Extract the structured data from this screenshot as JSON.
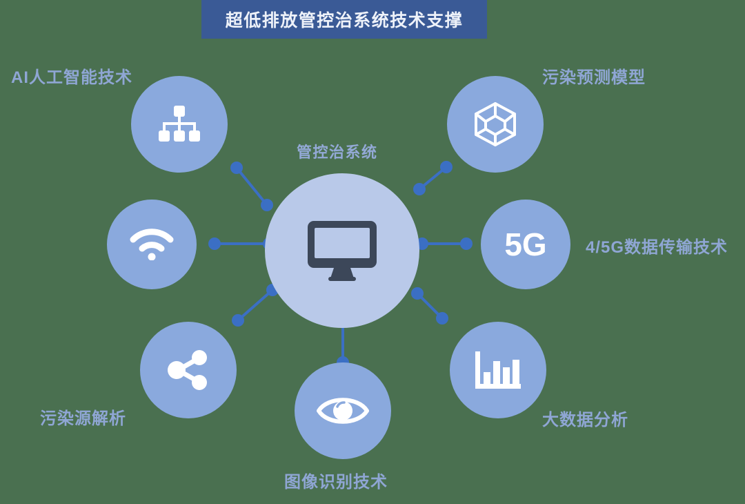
{
  "header": {
    "title": "超低排放管控治系统技术支撑",
    "banner_color": "#3a5a96",
    "title_color": "#eef2f9"
  },
  "theme": {
    "background": "#4a7050",
    "center_node_color": "#b9c9e9",
    "satellite_node_color": "#8aa9dd",
    "connector_color": "#3b6fc4",
    "label_color": "#8fa6d4",
    "icon_color": "#ffffff",
    "center_icon_color": "#3c4759"
  },
  "center": {
    "label": "管控治系统",
    "icon": "desktop-monitor-icon"
  },
  "nodes": [
    {
      "id": "ai",
      "label": "AI人工智能技术",
      "icon": "sitemap-hierarchy-icon",
      "position": "top-left"
    },
    {
      "id": "predict",
      "label": "污染预测模型",
      "icon": "cube-wireframe-icon",
      "position": "top-right"
    },
    {
      "id": "network",
      "label": "",
      "icon": "wifi-icon",
      "position": "middle-left"
    },
    {
      "id": "transmit",
      "label": "4/5G数据传输技术",
      "icon": "5g-text-icon",
      "icon_text": "5G",
      "position": "middle-right"
    },
    {
      "id": "source",
      "label": "污染源解析",
      "icon": "share-nodes-icon",
      "position": "bottom-left"
    },
    {
      "id": "bigdata",
      "label": "大数据分析",
      "icon": "bar-chart-icon",
      "position": "bottom-right"
    },
    {
      "id": "image",
      "label": "图像识别技术",
      "icon": "eye-icon",
      "position": "bottom-center"
    }
  ]
}
